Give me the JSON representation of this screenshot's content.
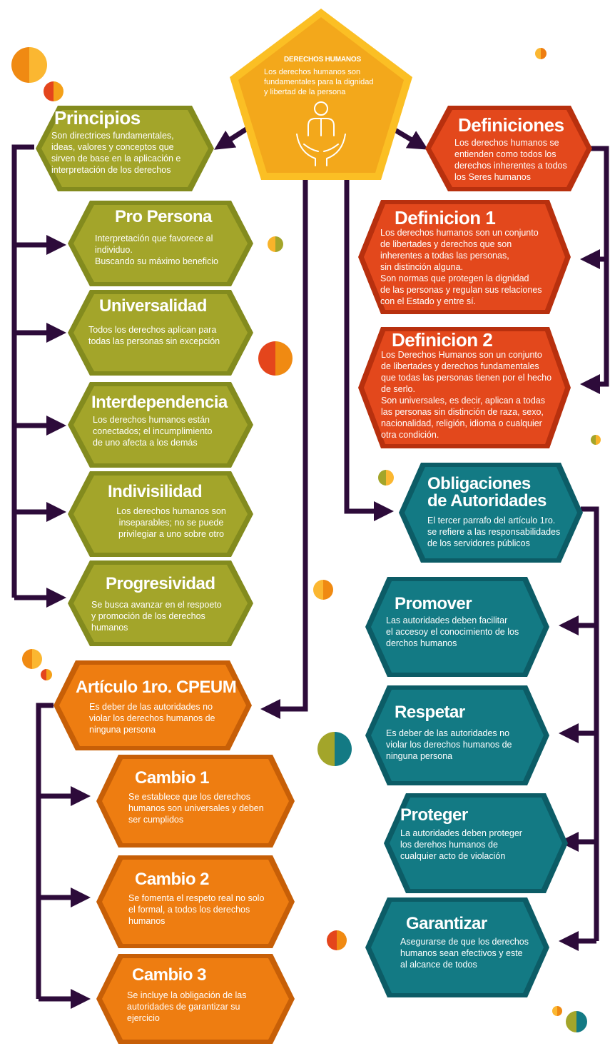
{
  "center": {
    "title": "DERECHOS HUMANOS",
    "body": "Los derechos humanos son fundamentales para la dignidad y libertad de la persona",
    "icon": "person-in-hands-icon"
  },
  "principios": {
    "title": "Principios",
    "body": "Son directrices fundamentales,\nideas, valores y conceptos que\nsirven de base en la aplicación e\ninterpretación de los derechos",
    "items": [
      {
        "title": "Pro Persona",
        "body": "Interpretación que favorece al\nindividuo.\nBuscando su máximo beneficio"
      },
      {
        "title": "Universalidad",
        "body": "Todos los derechos aplican para\ntodas las personas sin excepción"
      },
      {
        "title": "Interdependencia",
        "body": "Los derechos humanos están\nconectados; el incumplimiento\nde uno afecta a los demás"
      },
      {
        "title": "Indivisilidad",
        "body": "Los derechos humanos son\ninseparables; no se puede\nprivilegiar a uno sobre otro"
      },
      {
        "title": "Progresividad",
        "body": "Se busca avanzar en el respoeto\ny promoción de los derechos\nhumanos"
      }
    ]
  },
  "definiciones": {
    "title": "Definiciones",
    "body": "Los derechos humanos se\nentienden como todos los\nderechos inherentes a todos\nlos Seres humanos",
    "items": [
      {
        "title": "Definicion 1",
        "body": "Los derechos humanos son un conjunto\nde libertades y derechos que son\ninherentes a todas las personas,\nsin distinción alguna.\nSon normas que protegen la dignidad\nde las personas y regulan sus relaciones\ncon el Estado y entre sí."
      },
      {
        "title": "Definicion 2",
        "body": "Los Derechos Humanos son un conjunto\nde libertades y derechos fundamentales\nque todas las personas tienen por el hecho\nde serlo.\nSon universales, es decir, aplican a todas\nlas personas sin distinción de raza, sexo,\nnacionalidad, religión, idioma o cualquier\notra condición.​"
      }
    ]
  },
  "obligaciones": {
    "title_line1": "Obligaciones",
    "title_line2": "de Autoridades",
    "body": "El tercer parrafo del artículo 1ro.\nse refiere a las responsabilidades\nde los servidores públicos",
    "items": [
      {
        "title": "Promover",
        "body": "Las autoridades deben facilitar\nel accesoy el conocimiento de los\nderchos humanos"
      },
      {
        "title": "Respetar",
        "body": "Es deber de las autoridades no\nviolar los derechos humanos de\nninguna persona"
      },
      {
        "title": "Proteger",
        "body": "La autoridades deben proteger\nlos derehos humanos de\ncualquier acto de violación"
      },
      {
        "title": "Garantizar",
        "body": "Asegurarse de que los derechos\nhumanos sean efectivos y este\nal alcance de todos"
      }
    ]
  },
  "articulo": {
    "title": "Artículo 1ro. CPEUM",
    "body": "Es deber de las autoridades no\nviolar los derechos humanos de\nninguna persona",
    "items": [
      {
        "title": "Cambio 1",
        "body": "Se establece que los derechos\nhumanos son universales y deben\nser cumplidos"
      },
      {
        "title": "Cambio 2",
        "body": "Se fomenta el respeto real no solo\nel formal, a todos los derechos\nhumanos"
      },
      {
        "title": "Cambio 3",
        "body": "Se incluye la obligación de las\nautoridades de garantizar su\nejercicio"
      }
    ]
  },
  "colors": {
    "principios": "#a3a52a",
    "principios_dark": "#838b1e",
    "definiciones": "#e3481c",
    "definiciones_dark": "#b8300e",
    "obligaciones": "#137a84",
    "obligaciones_dark": "#0c5c66",
    "articulo": "#ee7d11",
    "articulo_dark": "#c75f07",
    "center": "#f3a81b",
    "center_light": "#fbbf24",
    "connector": "#2d0b3a"
  }
}
